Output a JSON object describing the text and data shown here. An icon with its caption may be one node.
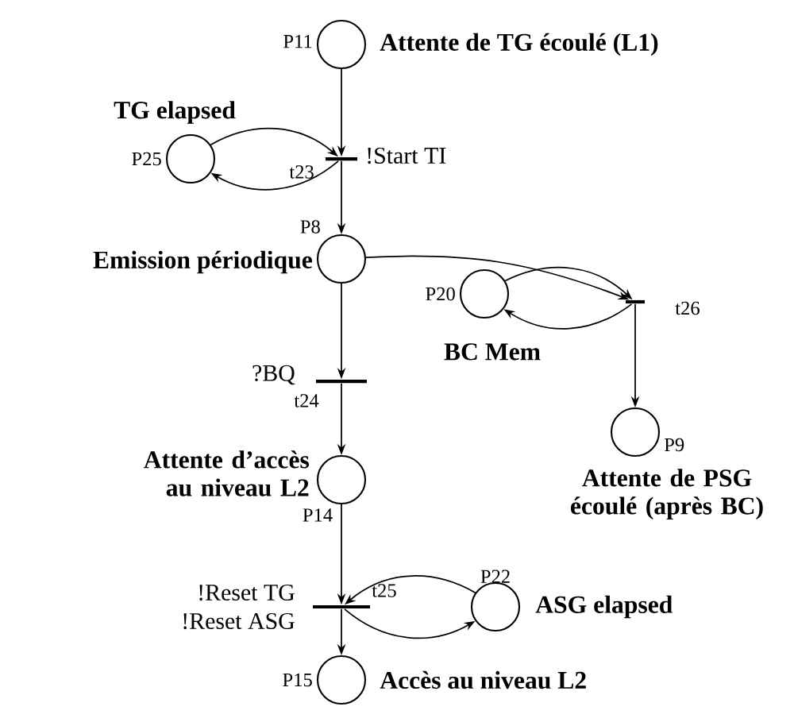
{
  "diagram": {
    "nodes": [
      {
        "text": [
          "Attente de TG écoulé (L1)"
        ],
        "beside": [
          "P11"
        ]
      },
      {
        "text": [
          "TG elapsed"
        ],
        "beside": [
          "P25"
        ]
      },
      {
        "text": [
          "t23"
        ],
        "beside": [
          "!Start TI"
        ]
      },
      {
        "text": [
          "Emission périodique"
        ],
        "beside": [
          "P8"
        ]
      },
      {
        "text": [
          "BC Mem"
        ],
        "beside": [
          "P20"
        ]
      },
      {
        "text": [
          "t26"
        ]
      },
      {
        "text": [
          "t24"
        ],
        "beside": [
          "?BQ"
        ]
      },
      {
        "text": [
          "Attente de PSG écoulé (après BC)"
        ],
        "beside": [
          "P9"
        ]
      },
      {
        "text": [
          "Attente d’accès au niveau L2"
        ],
        "beside": [
          "P14"
        ]
      },
      {
        "text": [
          "t25"
        ],
        "beside": [
          "!Reset TG",
          "!Reset ASG"
        ]
      },
      {
        "text": [
          "ASG elapsed"
        ],
        "beside": [
          "P22"
        ]
      },
      {
        "text": [
          "Accès au niveau L2"
        ],
        "beside": [
          "P15"
        ]
      }
    ],
    "edges": [
      {
        "from": 0,
        "to": 2,
        "arrow": "to"
      },
      {
        "from": 1,
        "to": 2,
        "arrow": "to"
      },
      {
        "from": 2,
        "to": 1,
        "arrow": "to"
      },
      {
        "from": 2,
        "to": 3,
        "arrow": "to"
      },
      {
        "from": 3,
        "to": 5,
        "arrow": "to"
      },
      {
        "from": 4,
        "to": 5,
        "arrow": "to"
      },
      {
        "from": 5,
        "to": 4,
        "arrow": "to"
      },
      {
        "from": 5,
        "to": 7,
        "arrow": "to"
      },
      {
        "from": 3,
        "to": 6,
        "arrow": "to"
      },
      {
        "from": 6,
        "to": 8,
        "arrow": "to"
      },
      {
        "from": 8,
        "to": 9,
        "arrow": "to"
      },
      {
        "from": 10,
        "to": 9,
        "arrow": "to"
      },
      {
        "from": 9,
        "to": 10,
        "arrow": "to"
      },
      {
        "from": 9,
        "to": 11,
        "arrow": "to"
      }
    ]
  }
}
